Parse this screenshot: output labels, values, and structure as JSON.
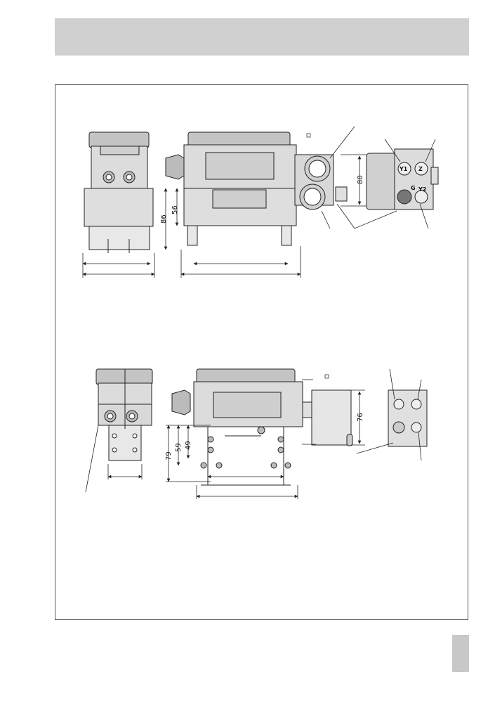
{
  "dimensions": {
    "top_height_86": "86",
    "top_height_56": "56",
    "top_gauge_height": "80",
    "bottom_height_79": "79",
    "bottom_height_59": "59",
    "bottom_height_49": "49",
    "bottom_side_76": "76"
  },
  "port_labels": {
    "y1": "Y1",
    "z": "Z",
    "g": "G",
    "y2": "Y2"
  },
  "colors": {
    "header_band": "#d0d0d0",
    "page_tab": "#c8c8c8",
    "housing": "#dcdcdc",
    "cover": "#c4c4c4",
    "line": "#222222"
  }
}
